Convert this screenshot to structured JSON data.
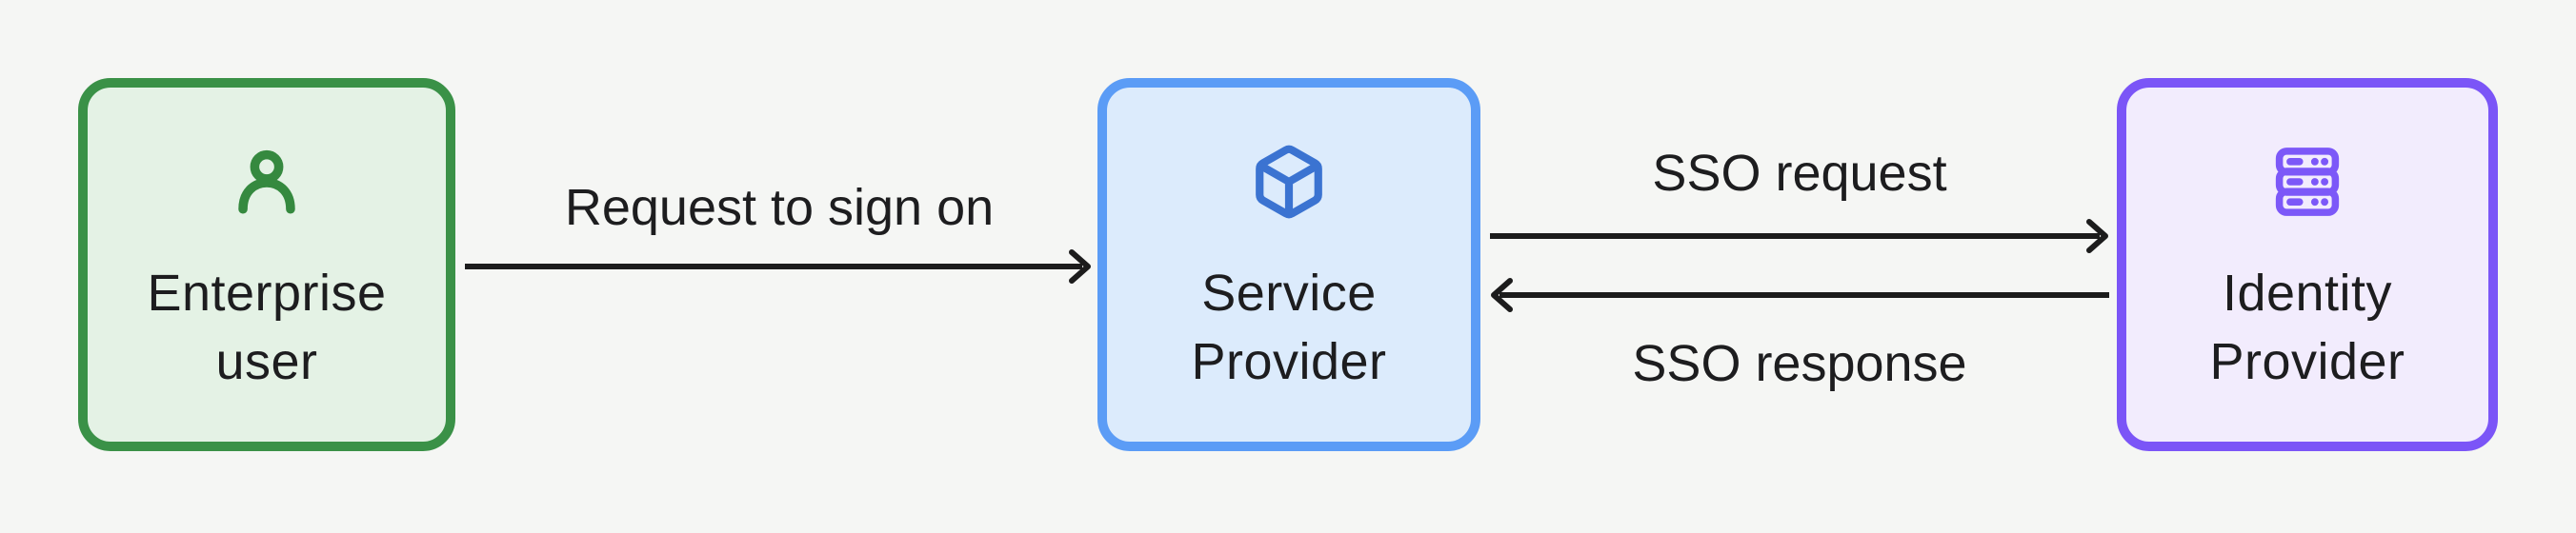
{
  "colors": {
    "background": "#F5F6F4",
    "text": "#1D1D1F",
    "arrow": "#1C1C1C",
    "green_border": "#3A9147",
    "green_fill": "#E4F2E5",
    "green_icon": "#35893F",
    "blue_border": "#5B9CF6",
    "blue_fill": "#DCEBFC",
    "blue_icon": "#3B73D1",
    "purple_border": "#7B55F7",
    "purple_fill": "#F2ECFD",
    "purple_icon": "#7C58F8"
  },
  "nodes": [
    {
      "id": "enterprise-user",
      "label": "Enterprise\nuser",
      "icon": "user-icon",
      "accent": "green"
    },
    {
      "id": "service-provider",
      "label": "Service\nProvider",
      "icon": "cube-icon",
      "accent": "blue"
    },
    {
      "id": "identity-provider",
      "label": "Identity\nProvider",
      "icon": "server-icon",
      "accent": "purple"
    }
  ],
  "edges": [
    {
      "id": "request-to-sign-on",
      "label": "Request to sign on",
      "from": "enterprise-user",
      "to": "service-provider",
      "direction": "right"
    },
    {
      "id": "sso-request",
      "label": "SSO request",
      "from": "service-provider",
      "to": "identity-provider",
      "direction": "right"
    },
    {
      "id": "sso-response",
      "label": "SSO response",
      "from": "identity-provider",
      "to": "service-provider",
      "direction": "left"
    }
  ]
}
